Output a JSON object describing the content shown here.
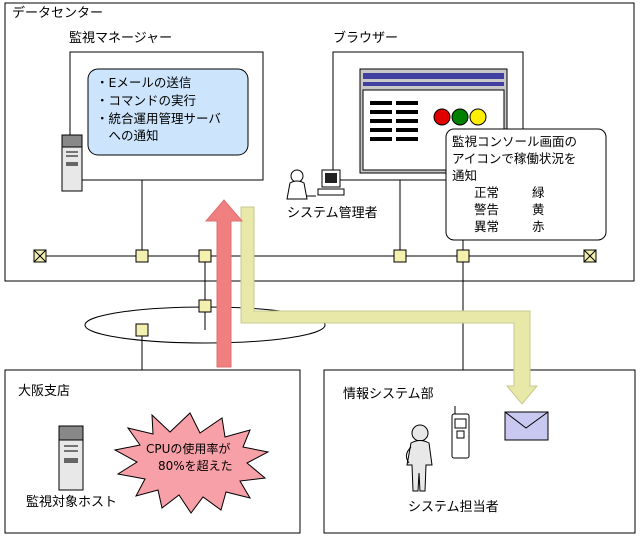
{
  "datacenter": {
    "title": "データセンター",
    "manager": {
      "title": "監視マネージャー",
      "actions": [
        "・Eメールの送信",
        "・コマンドの実行",
        "・統合運用管理サーバ",
        "　への通知"
      ]
    },
    "browser": {
      "title": "ブラウザー"
    },
    "admin": {
      "label": "システム管理者"
    },
    "status_note": {
      "lines": [
        "監視コンソール画面の",
        "アイコンで稼働状況を",
        "通知"
      ],
      "legend": [
        {
          "state": "正常",
          "color_name": "緑",
          "color": "#e00000"
        },
        {
          "state": "警告",
          "color_name": "黄",
          "color": "#008000"
        },
        {
          "state": "異常",
          "color_name": "赤",
          "color": "#ffee00"
        }
      ]
    }
  },
  "osaka": {
    "title": "大阪支店",
    "host_label": "監視対象ホスト",
    "alert_lines": [
      "CPUの使用率が",
      "80%を超えた"
    ]
  },
  "info_dept": {
    "title": "情報システム部",
    "person_label": "システム担当者"
  },
  "colors": {
    "alert_arrow": "#f08080",
    "notify_arrow": "#e8e8a8",
    "panel": "#cce4fc",
    "node": "#f4f0b0",
    "starburst": "#f8a0a8"
  }
}
